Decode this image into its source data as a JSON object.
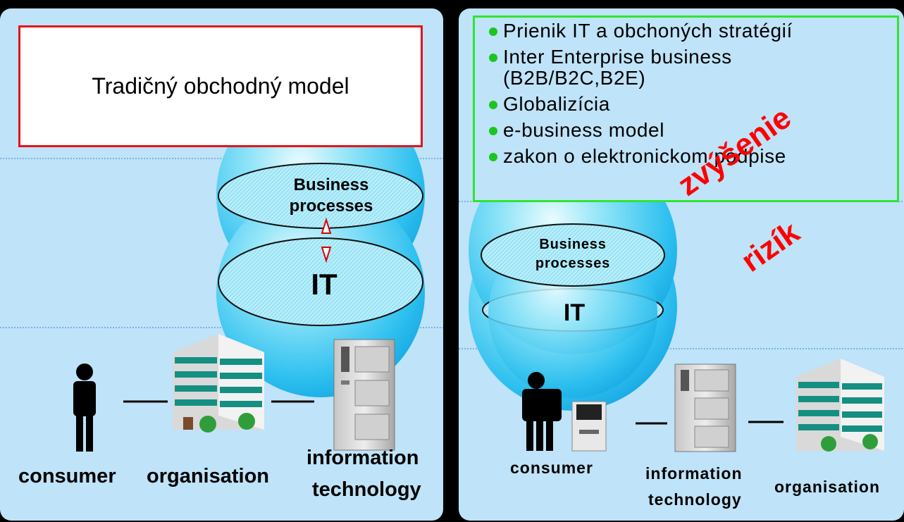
{
  "left": {
    "title": "Tradičný obchodný model",
    "business_processes": "Business processes",
    "it": "IT",
    "labels": {
      "consumer": "consumer",
      "organisation": "organisation",
      "information_technology_line1": "information",
      "information_technology_line2": "technology"
    }
  },
  "right": {
    "bullets": [
      "Prienik IT a obchoných stratégií",
      "Inter Enterprise business",
      "(B2B/B2C,B2E)",
      "Globalizícia",
      "e-business model",
      "zakon o elektronickom podpise"
    ],
    "business_processes": "Business processes",
    "it": "IT",
    "overlay": {
      "line1": "zvýšenie",
      "line2": "rizík",
      "color": "#ff0000"
    },
    "labels": {
      "consumer": "consumer",
      "information_technology_line1": "information",
      "information_technology_line2": "technology",
      "organisation": "organisation"
    }
  },
  "colors": {
    "panel_bg": "#bfe3f8",
    "title_border": "#e5141a",
    "bullet_box_border": "#2ee62e",
    "bullet_dot": "#19c61f"
  }
}
